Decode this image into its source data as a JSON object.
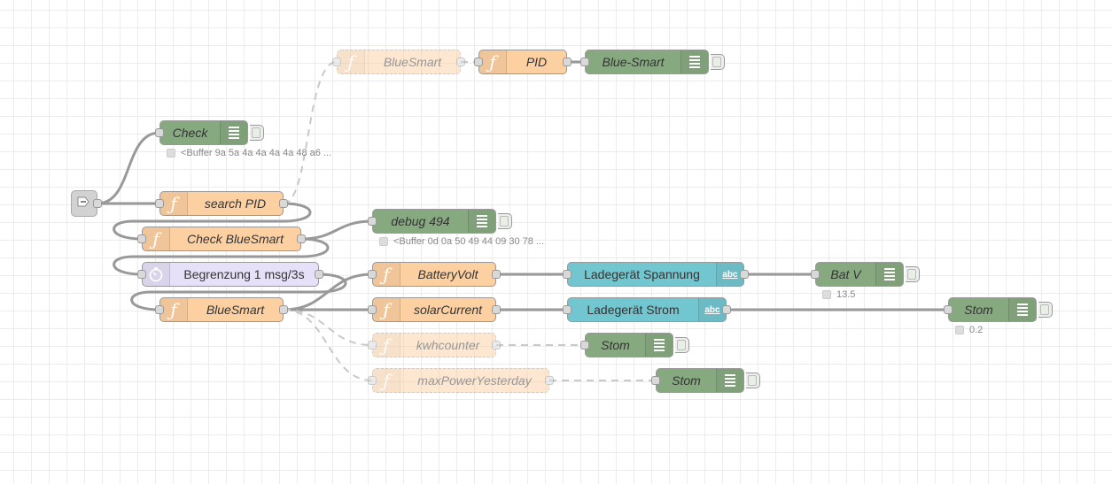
{
  "nodes": {
    "bluesmart_top": {
      "label": "BlueSmart",
      "icon": "function-icon"
    },
    "pid": {
      "label": "PID",
      "icon": "function-icon"
    },
    "blue_smart_debug": {
      "label": "Blue-Smart",
      "icon": "debug-list-icon"
    },
    "check": {
      "label": "Check",
      "icon": "debug-list-icon",
      "status": "<Buffer 9a 5a 4a 4a 4a 4a 48 a6 ..."
    },
    "search_pid": {
      "label": "search PID",
      "icon": "function-icon"
    },
    "check_bluesmart": {
      "label": "Check BlueSmart",
      "icon": "function-icon"
    },
    "debug494": {
      "label": "debug 494",
      "icon": "debug-list-icon",
      "status": "<Buffer 0d 0a 50 49 44 09 30 78 ..."
    },
    "begrenzung": {
      "label": "Begrenzung 1 msg/3s",
      "icon": "timer-icon"
    },
    "bluesmart_main": {
      "label": "BlueSmart",
      "icon": "function-icon"
    },
    "battery_volt": {
      "label": "BatteryVolt",
      "icon": "function-icon"
    },
    "solar_current": {
      "label": "solarCurrent",
      "icon": "function-icon"
    },
    "kwhcounter": {
      "label": "kwhcounter",
      "icon": "function-icon"
    },
    "max_power": {
      "label": "maxPowerYesterday",
      "icon": "function-icon"
    },
    "ladegeraet_spannung": {
      "label": "Ladegerät Spannung",
      "icon": "abc",
      "icon_name": "template-icon"
    },
    "ladegeraet_strom": {
      "label": "Ladegerät Strom",
      "icon": "abc",
      "icon_name": "template-icon"
    },
    "bat_v": {
      "label": "Bat V",
      "icon": "debug-list-icon",
      "status": "13.5"
    },
    "stom_1": {
      "label": "Stom",
      "icon": "debug-list-icon",
      "status": "0.2"
    },
    "stom_2": {
      "label": "Stom",
      "icon": "debug-list-icon"
    },
    "stom_3": {
      "label": "Stom",
      "icon": "debug-list-icon"
    },
    "input": {
      "icon": "serial-in-icon"
    }
  },
  "colors": {
    "function": "#fdd0a2",
    "debug": "#87a980",
    "template": "#72c6cf",
    "delay": "#e6e0f8",
    "wire": "#999999",
    "grid": "#ececec"
  }
}
